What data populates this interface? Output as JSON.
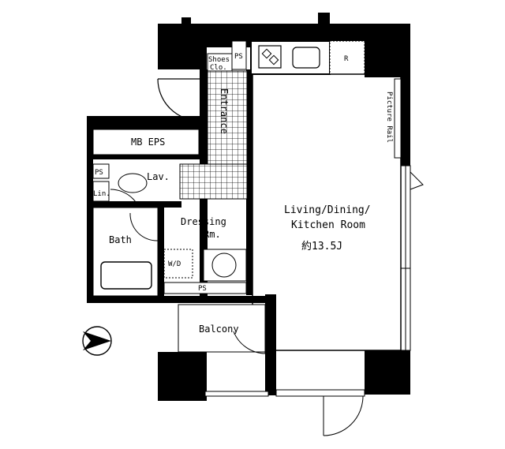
{
  "floor_plan": {
    "rooms": {
      "living": "Living/Dining/",
      "kitchen_room": "Kitchen Room",
      "area": "約13.5J",
      "bath": "Bath",
      "dressing": "Dressing",
      "dressing_rm": "Rm.",
      "lav": "Lav.",
      "lin": "Lin.",
      "mb_eps": "MB EPS",
      "entrance": "Entrance",
      "balcony": "Balcony",
      "shoes_1": "Shoes",
      "shoes_2": "Clo.",
      "picture_rail": "Picture Rail"
    },
    "fixtures": {
      "ps_top": "PS",
      "ps_left": "PS",
      "ps_bottom": "PS",
      "wd": "W/D",
      "refrigerator": "R"
    },
    "compass": {
      "icon": "north-arrow-icon"
    },
    "colors": {
      "wall": "#000000",
      "tile": "#000000",
      "background": "#ffffff"
    }
  }
}
